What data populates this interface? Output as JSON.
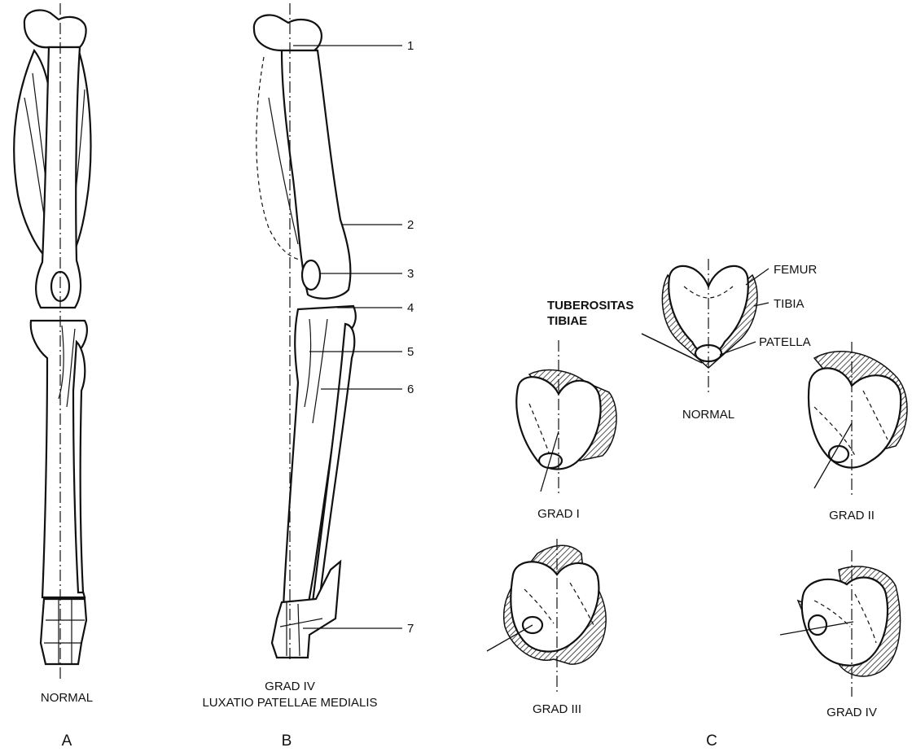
{
  "panel_a": {
    "caption": "NORMAL",
    "letter": "A"
  },
  "panel_b": {
    "caption_line1": "GRAD IV",
    "caption_line2": "LUXATIO PATELLAE MEDIALIS",
    "letter": "B",
    "callouts": [
      "1",
      "2",
      "3",
      "4",
      "5",
      "6",
      "7"
    ]
  },
  "panel_c": {
    "letter": "C",
    "labels": {
      "femur": "FEMUR",
      "tibia": "TIBIA",
      "patella": "PATELLA",
      "tuberositas_line1": "TUBEROSITAS",
      "tuberositas_line2": "TIBIAE"
    },
    "grades": {
      "normal": "NORMAL",
      "grad1": "GRAD I",
      "grad2": "GRAD II",
      "grad3": "GRAD III",
      "grad4": "GRAD IV"
    }
  }
}
